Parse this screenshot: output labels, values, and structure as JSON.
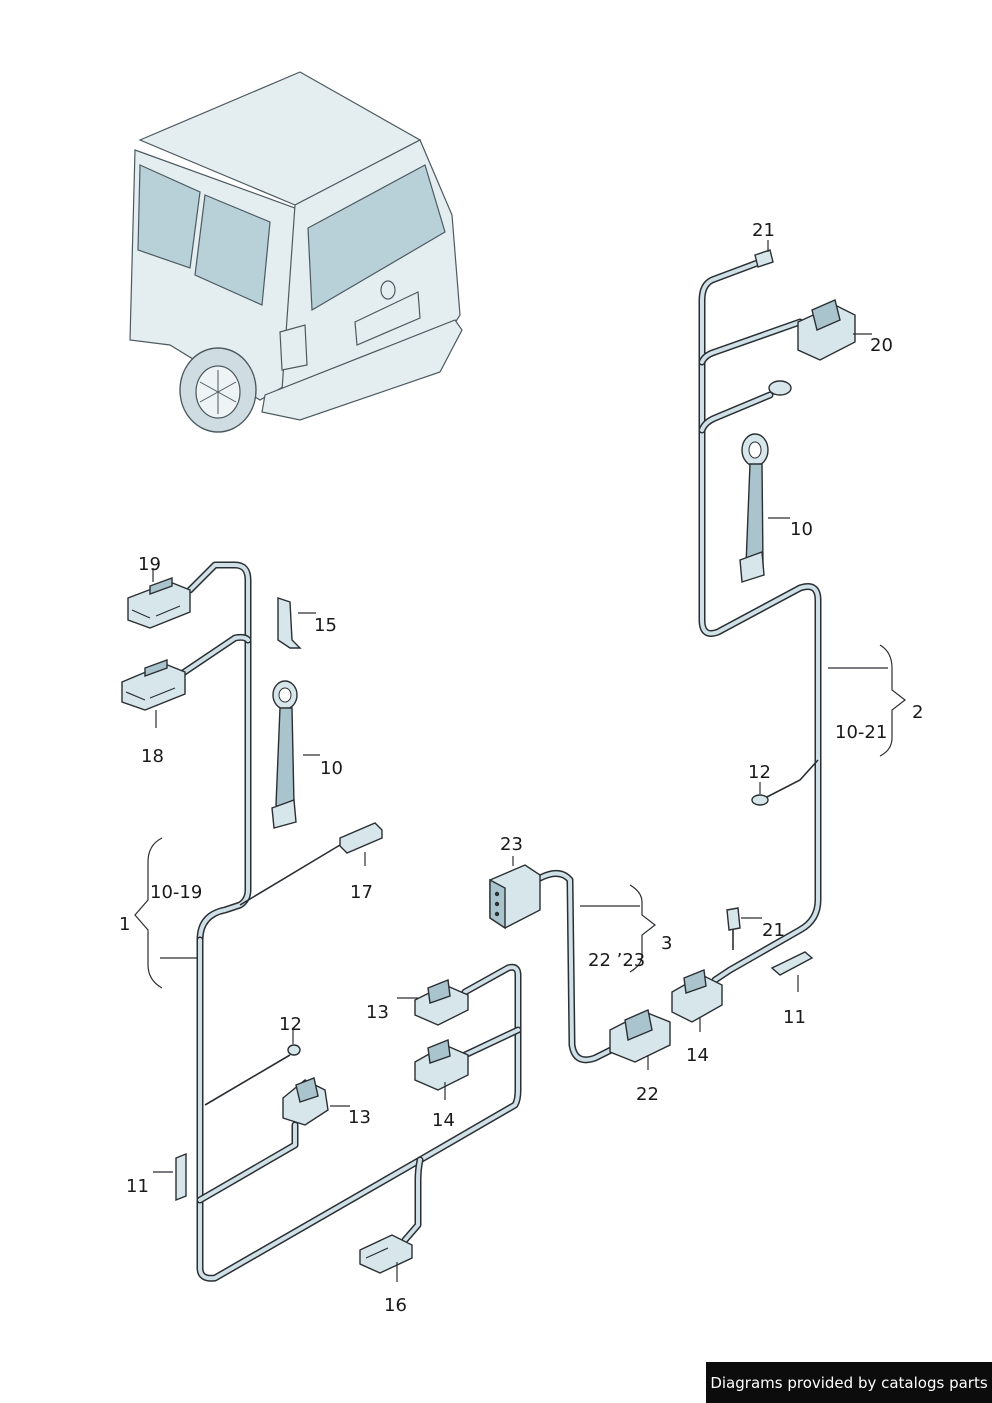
{
  "callouts": {
    "c1": "1",
    "c1_range": "10-19",
    "c2": "2",
    "c2_range": "10-21",
    "c3": "3",
    "c3_range": "22 ’23",
    "c10a": "10",
    "c10b": "10",
    "c11a": "11",
    "c11b": "11",
    "c12a": "12",
    "c12b": "12",
    "c13a": "13",
    "c13b": "13",
    "c14a": "14",
    "c14b": "14",
    "c15": "15",
    "c16": "16",
    "c17": "17",
    "c18": "18",
    "c19": "19",
    "c20": "20",
    "c21a": "21",
    "c21b": "21",
    "c22": "22",
    "c23": "23"
  },
  "footer": {
    "credit": "Diagrams provided by catalogs parts"
  },
  "colors": {
    "wire": "#2a2f33",
    "part": "#d7e6eb",
    "glass": "#b8d0d8"
  }
}
